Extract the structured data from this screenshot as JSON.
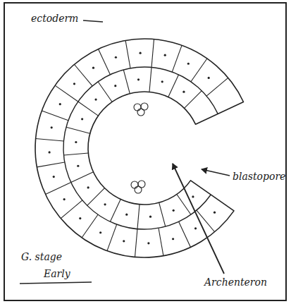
{
  "diagram": {
    "labels": [
      "ectoderm",
      "blastopore",
      "Archenteron",
      "G. stage",
      "Early"
    ]
  }
}
